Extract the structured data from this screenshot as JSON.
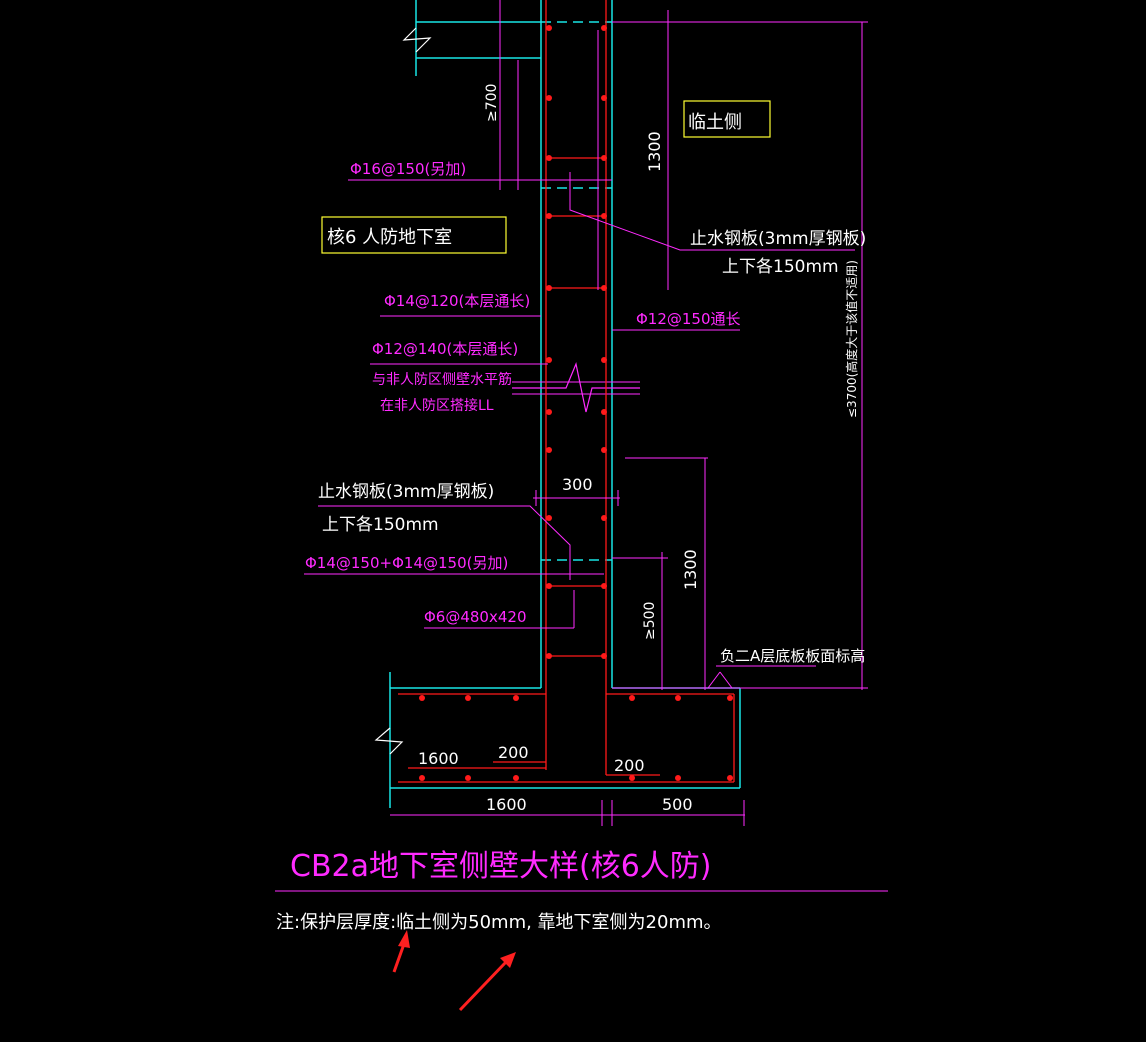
{
  "colors": {
    "background": "#000000",
    "magenta": "#ff2bff",
    "cyan": "#19e6e6",
    "red": "#ff1a1a",
    "yellow": "#ffff33",
    "white": "#ffffff",
    "arrow_red": "#ff2020"
  },
  "labels": {
    "linsoil_side": "临土侧",
    "core6_basement": "核6 人防地下室",
    "rebar_16_150": "Φ16@150(另加)",
    "dim_ge700": "≥700",
    "dim_1300_top": "1300",
    "waterstop_top_1": "止水钢板(3mm厚钢板)",
    "waterstop_top_2": "上下各150mm",
    "rebar_14_120": "Φ14@120(本层通长)",
    "rebar_12_150": "Φ12@150通长",
    "rebar_12_140": "Φ12@140(本层通长)",
    "lap_note_1": "与非人防区侧壁水平筋",
    "lap_note_2": "在非人防区搭接LL",
    "dim_le3700": "≤3700(高度大于该值不适用)",
    "dim_300": "300",
    "waterstop_bot_1": "止水钢板(3mm厚钢板)",
    "waterstop_bot_2": "上下各150mm",
    "rebar_14_150_plus": "Φ14@150+Φ14@150(另加)",
    "dim_1300_bot": "1300",
    "dim_ge500": "≥500",
    "rebar_6_480": "Φ6@480x420",
    "slab_level": "负二A层底板板面标高",
    "dim_1600_inner": "1600",
    "dim_200_left": "200",
    "dim_200_right": "200",
    "dim_1600_bottom": "1600",
    "dim_500_bottom": "500",
    "title": "CB2a地下室侧壁大样(核6人防)",
    "note": "注:保护层厚度:临土侧为50mm, 靠地下室侧为20mm。"
  }
}
